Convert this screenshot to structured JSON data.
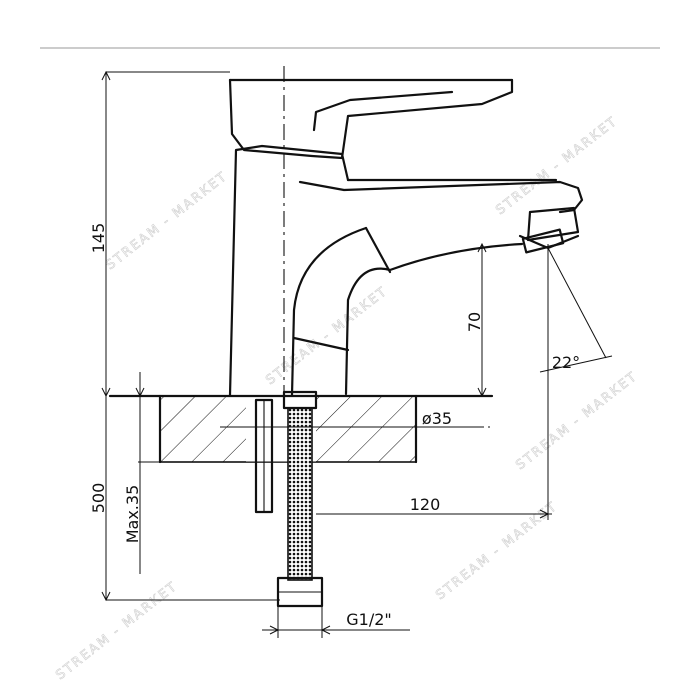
{
  "dimensions": {
    "total_height": "145",
    "spout_height": "70",
    "spout_angle": "22°",
    "base_diameter": "ø35",
    "spout_reach": "120",
    "hose_length": "500",
    "max_thickness": "Max.35",
    "thread_size": "G1/2\""
  },
  "watermark": {
    "text": "STREAM - MARKET"
  }
}
